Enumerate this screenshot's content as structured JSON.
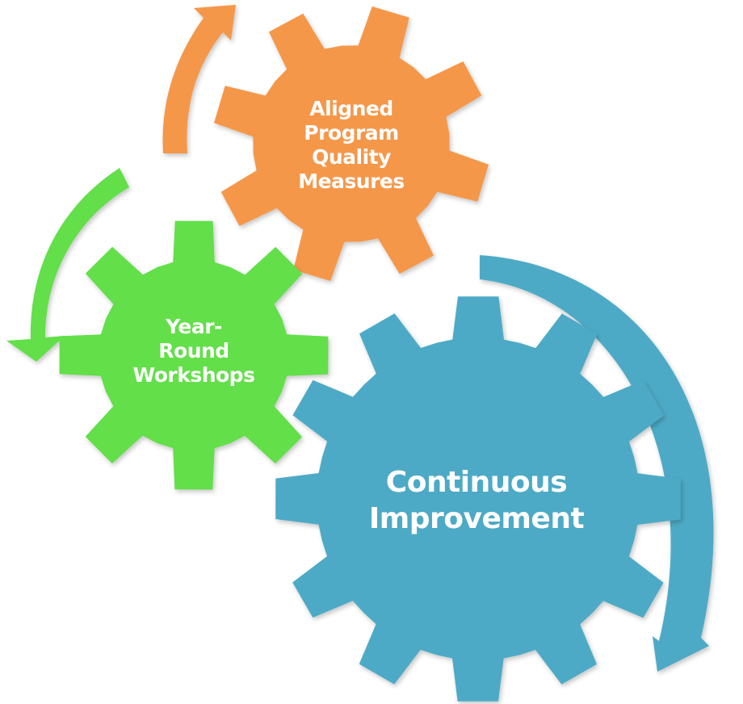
{
  "diagram": {
    "gears": [
      {
        "id": "orange",
        "color": "#F5974A",
        "label_lines": [
          "Aligned",
          "Program",
          "Quality",
          "Measures"
        ]
      },
      {
        "id": "green",
        "color": "#62DF4A",
        "label_lines": [
          "Year-",
          "Round",
          "Workshops"
        ]
      },
      {
        "id": "blue",
        "color": "#4DAAC6",
        "label_lines": [
          "Continuous",
          "Improvement"
        ]
      }
    ],
    "arrows": [
      {
        "id": "orange-arrow",
        "color": "#F5974A"
      },
      {
        "id": "green-arrow",
        "color": "#62DF4A"
      },
      {
        "id": "blue-arrow",
        "color": "#4DAAC6"
      }
    ]
  }
}
